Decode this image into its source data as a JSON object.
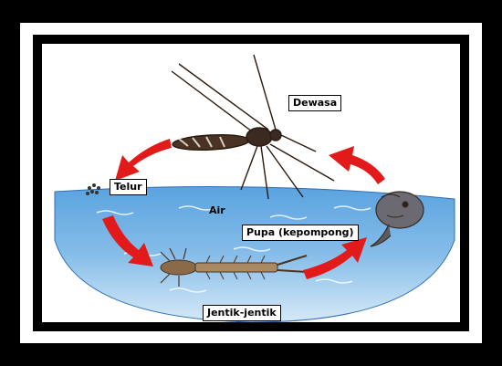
{
  "diagram": {
    "labels": {
      "adult": "Dewasa",
      "egg": "Telur",
      "water": "Air",
      "pupa": "Pupa (kepompong)",
      "larva": "Jentik-jentik"
    },
    "colors": {
      "arrow": "#e21a1a",
      "water_light": "#cfe6f7",
      "water_dark": "#3f8bd1",
      "frame": "#000000"
    }
  }
}
